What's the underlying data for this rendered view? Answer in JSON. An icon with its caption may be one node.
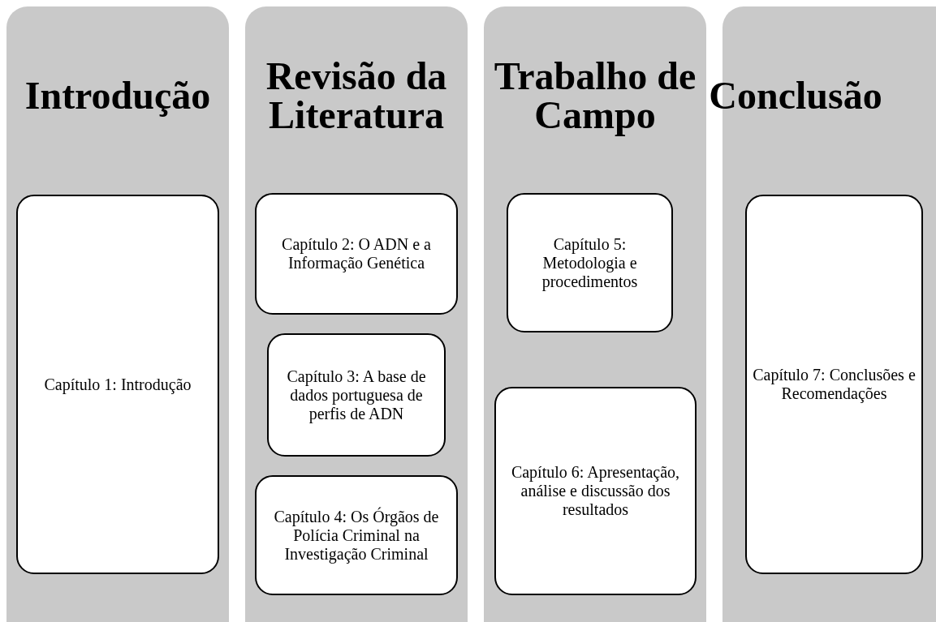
{
  "diagram": {
    "nodes": [
      {
        "text": [
          "Introdução"
        ]
      },
      {
        "text": [
          "Capítulo 1: Introdução"
        ],
        "in": 0
      },
      {
        "text": [
          "Revisão da Literatura"
        ]
      },
      {
        "text": [
          "Capítulo 2: O ADN e a Informação Genética"
        ],
        "in": 2
      },
      {
        "text": [
          "Capítulo 3: A base de dados portuguesa de perfis de ADN"
        ],
        "in": 2
      },
      {
        "text": [
          "Capítulo 4: Os Órgãos de Polícia Criminal na Investigação Criminal"
        ],
        "in": 2
      },
      {
        "text": [
          "Trabalho de Campo"
        ]
      },
      {
        "text": [
          "Capítulo 5: Metodologia e procedimentos"
        ],
        "in": 6
      },
      {
        "text": [
          "Capítulo 6: Apresentação, análise e discussão dos resultados"
        ],
        "in": 6
      },
      {
        "text": [
          "Conclusão"
        ]
      },
      {
        "text": [
          "Capítulo 7: Conclusões e Recomendações"
        ],
        "in": 9
      }
    ]
  }
}
